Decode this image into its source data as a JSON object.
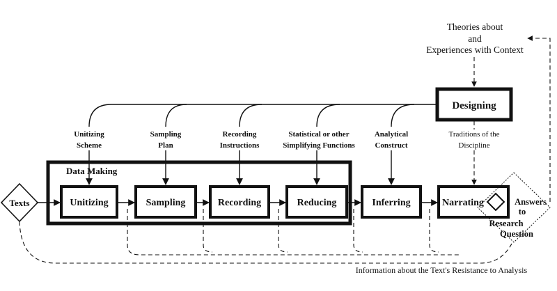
{
  "context": {
    "line1": "Theories about",
    "line2": "and",
    "line3": "Experiences with Context"
  },
  "nodes": {
    "texts": "Texts",
    "unitizing": "Unitizing",
    "sampling": "Sampling",
    "recording": "Recording",
    "reducing": "Reducing",
    "inferring": "Inferring",
    "narrating": "Narrating",
    "designing": "Designing"
  },
  "group": {
    "data_making": "Data Making"
  },
  "labels": {
    "unitizing_scheme": [
      "Unitizing",
      "Scheme"
    ],
    "sampling_plan": [
      "Sampling",
      "Plan"
    ],
    "recording_instructions": [
      "Recording",
      "Instructions"
    ],
    "reducing_functions": [
      "Statistical or other",
      "Simplifying Functions"
    ],
    "analytical_construct": [
      "Analytical",
      "Construct"
    ],
    "traditions": [
      "Traditions of the",
      "Discipline"
    ]
  },
  "answers": [
    "Answers",
    "to",
    "Research",
    "Question"
  ],
  "footer": "Information about the Text's Resistance to Analysis"
}
